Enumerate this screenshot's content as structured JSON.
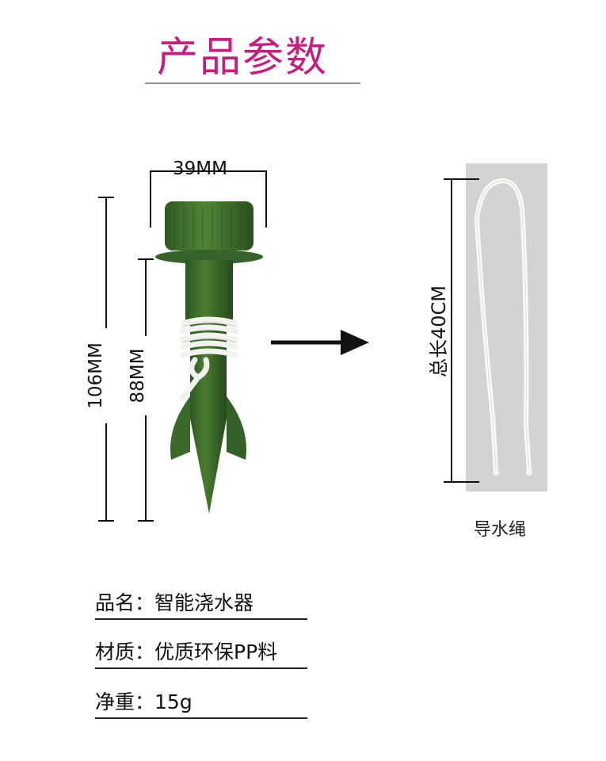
{
  "title": "产品参数",
  "dimensions": {
    "width": "39MM",
    "total_height": "106MM",
    "stake_height": "88MM"
  },
  "rope": {
    "length": "总长40CM",
    "caption": "导水绳"
  },
  "specs": [
    {
      "label": "品名",
      "sep": "：",
      "value": "智能浇水器"
    },
    {
      "label": "材质",
      "sep": "：",
      "value": "优质环保PP料"
    },
    {
      "label": "净重",
      "sep": "：",
      "value": "15g"
    }
  ],
  "colors": {
    "title": "#c21f7e",
    "product_green": "#3f6e2c",
    "rope_background": "#d4d3d3"
  }
}
